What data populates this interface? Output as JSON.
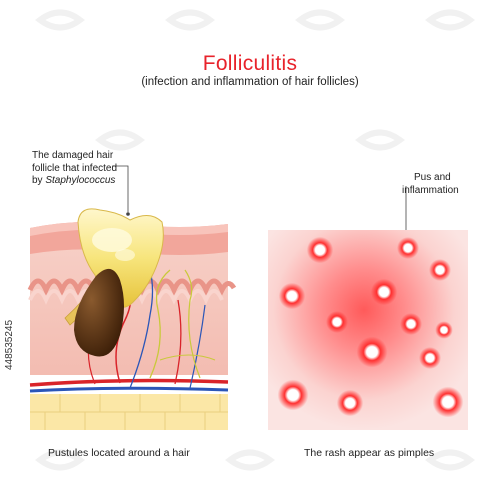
{
  "title": "Folliculitis",
  "subtitle": "(infection and inflammation of hair follicles)",
  "labels": {
    "damaged_line1": "The damaged hair",
    "damaged_line2": "follicle that infected",
    "damaged_line3_prefix": "by ",
    "damaged_line3_italic": "Staphylococcus",
    "pus_line1": "Pus and",
    "pus_line2": "inflammation"
  },
  "captions": {
    "left": "Pustules located around a hair",
    "right": "The rash appear as pimples"
  },
  "stock_id": "448535245",
  "colors": {
    "title": "#e8232b",
    "skin_dermis": "#f6c7bf",
    "epidermis": "#f29e94",
    "fat": "#fbe7a6",
    "pus": "#f4e27a",
    "hair_bulb": "#5a3214",
    "rash_bg": "#fbe0de",
    "rash_center": "#ff6b6b",
    "pimple": "#ff3030"
  },
  "pimples_count": 13
}
